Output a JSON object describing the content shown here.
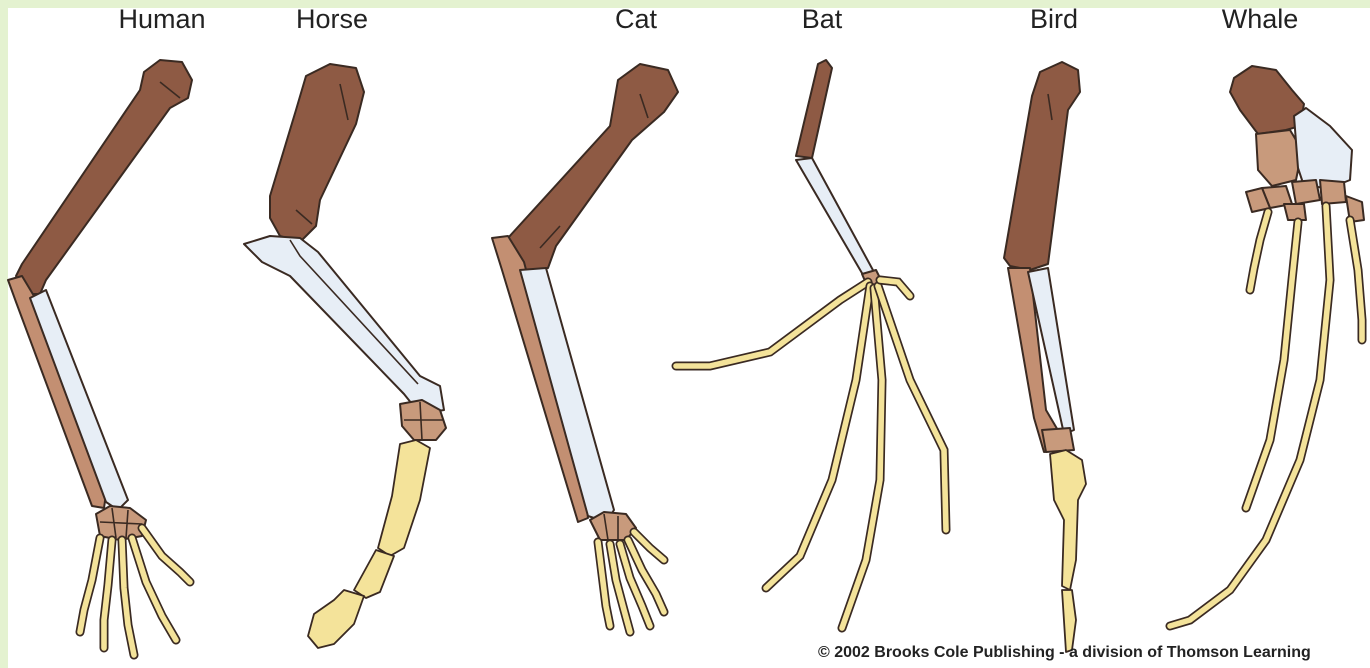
{
  "labels": {
    "human": "Human",
    "horse": "Horse",
    "cat": "Cat",
    "bat": "Bat",
    "bird": "Bird",
    "whale": "Whale"
  },
  "credit": "© 2002 Brooks Cole Publishing - a division of Thomson Learning",
  "colors": {
    "background": "#e4f2d0",
    "humerus": "#8e5a44",
    "radius": "#c38f72",
    "ulna": "#e7eef6",
    "carpals": "#c89a7c",
    "digits": "#f4e39a"
  }
}
